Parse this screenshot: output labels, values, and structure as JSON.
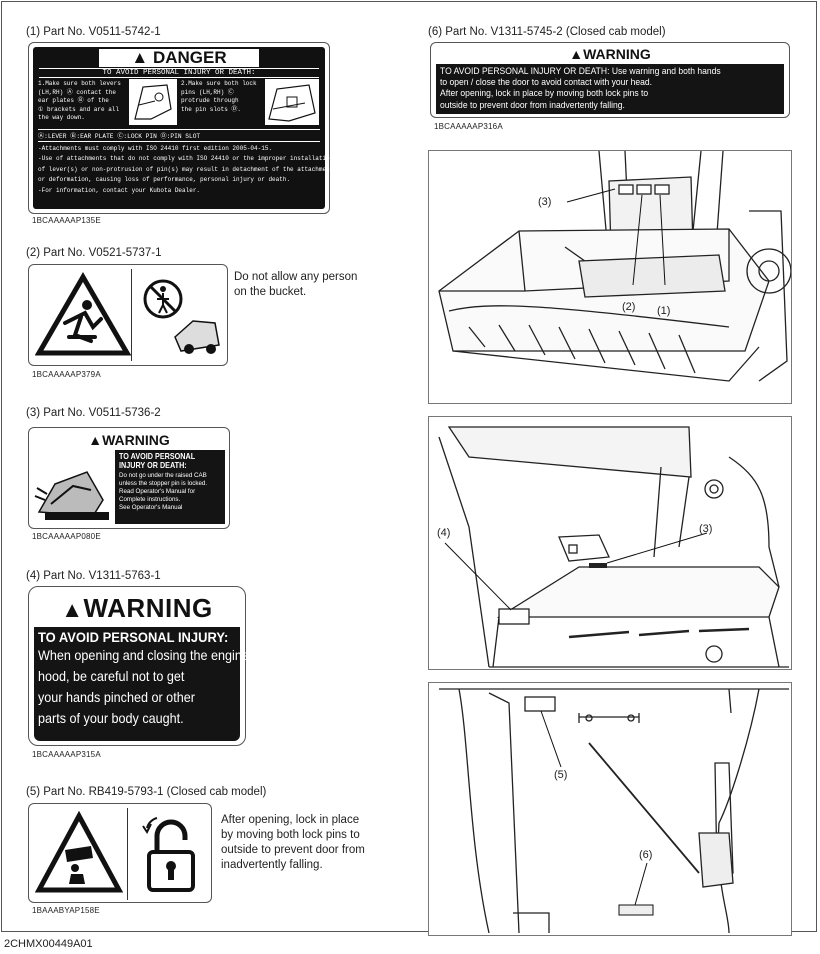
{
  "doc_code": "2CHMX00449A01",
  "labels": [
    {
      "header": "(1) Part No. V0511-5742-1",
      "title": "DANGER",
      "subtitle": "TO AVOID PERSONAL INJURY OR DEATH:",
      "step1": [
        "1.Make sure both levers",
        "(LH,RH) Ⓐ contact the",
        "ear plates Ⓑ of the",
        "① brackets and are all",
        "the way down."
      ],
      "step2": [
        "2.Make sure both lock",
        "pins (LH,RH) Ⓒ",
        "protrude through",
        "the pin slots Ⓓ."
      ],
      "legend": "Ⓐ:LEVER  Ⓑ:EAR PLATE  Ⓒ:LOCK PIN  Ⓓ:PIN SLOT",
      "body": [
        "-Attachments must comply with ISO 24410 first edition 2005-04-15.",
        "-Use of attachments that do not comply with ISO 24410 or the improper installation",
        " of lever(s) or non-protrusion of pin(s) may result in detachment of the attachment",
        " or deformation, causing loss of performance, personal injury or death.",
        "-For information, contact your Kubota Dealer."
      ],
      "code": "1BCAAAAAP135E"
    },
    {
      "header": "(2) Part No. V0521-5737-1",
      "description": [
        "Do not allow any person",
        "on the bucket."
      ],
      "code": "1BCAAAAAP379A"
    },
    {
      "header": "(3) Part No. V0511-5736-2",
      "title": "WARNING",
      "subtitle": [
        "TO AVOID PERSONAL",
        "INJURY OR DEATH:"
      ],
      "body": [
        "Do not go under the raised CAB",
        "unless the stopper pin is locked.",
        "Read Operator's Manual for",
        "Complete instructions.",
        "See Operator's Manual"
      ],
      "code": "1BCAAAAAP080E"
    },
    {
      "header": "(4) Part No. V1311-5763-1",
      "title": "WARNING",
      "subtitle": "TO AVOID PERSONAL INJURY:",
      "body": [
        "When opening and closing the engine",
        "hood, be careful not to get",
        "your hands pinched or other",
        "parts of your body caught."
      ],
      "code": "1BCAAAAAP315A"
    },
    {
      "header": "(5) Part No. RB419-5793-1 (Closed cab model)",
      "description": [
        "After opening, lock in place",
        "by moving both lock pins to",
        "outside to prevent door from",
        "inadvertently falling."
      ],
      "code": "1BAAABYAP158E"
    },
    {
      "header": "(6) Part No. V1311-5745-2 (Closed cab model)",
      "title": "WARNING",
      "body": [
        "TO AVOID PERSONAL INJURY OR DEATH: Use warning and both hands",
        "to open / close the door to avoid contact with your head.",
        "After opening, lock in place by moving both lock pins to",
        "outside to prevent door from inadvertently falling."
      ],
      "code": "1BCAAAAAP316A"
    }
  ],
  "photos": {
    "bucket": {
      "callouts": [
        "(3)",
        "(2)",
        "(1)"
      ]
    },
    "engine": {
      "callouts": [
        "(4)",
        "(3)"
      ]
    },
    "cab": {
      "callouts": [
        "(5)",
        "(6)"
      ]
    }
  }
}
